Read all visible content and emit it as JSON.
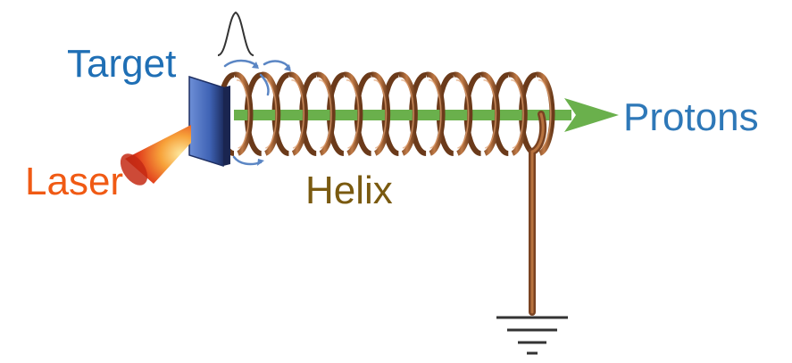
{
  "labels": {
    "target": "Target",
    "laser": "Laser",
    "helix": "Helix",
    "protons": "Protons"
  },
  "colors": {
    "target_label": "#1f6fb5",
    "laser_label": "#f05a14",
    "helix_label": "#7a5a10",
    "protons_label": "#2e78b8",
    "coil": "#9a5a30",
    "beam": "#6ab04c",
    "target_plate": "#3f63b5"
  },
  "helix": {
    "turns": 12
  }
}
